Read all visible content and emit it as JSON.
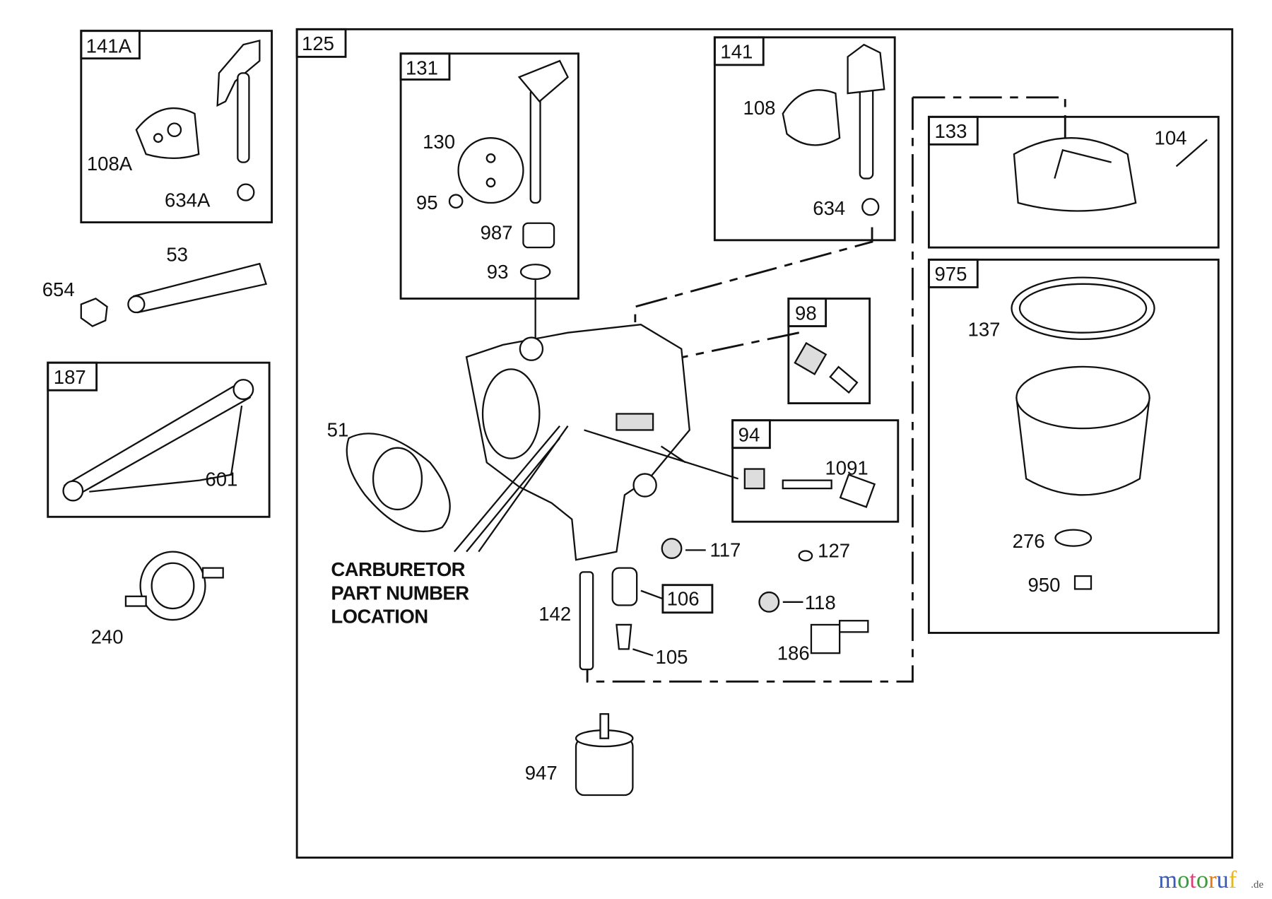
{
  "boxes": [
    {
      "id": "141A",
      "label": "141A"
    },
    {
      "id": "125",
      "label": "125"
    },
    {
      "id": "131",
      "label": "131"
    },
    {
      "id": "141",
      "label": "141"
    },
    {
      "id": "133",
      "label": "133"
    },
    {
      "id": "975",
      "label": "975"
    },
    {
      "id": "98",
      "label": "98"
    },
    {
      "id": "94",
      "label": "94"
    },
    {
      "id": "187",
      "label": "187"
    },
    {
      "id": "106",
      "label": "106"
    }
  ],
  "callouts": [
    "108A",
    "634A",
    "53",
    "654",
    "601",
    "240",
    "130",
    "95",
    "987",
    "93",
    "108",
    "634",
    "104",
    "137",
    "276",
    "950",
    "51",
    "1091",
    "117",
    "127",
    "118",
    "142",
    "105",
    "186",
    "947"
  ],
  "note": {
    "line1": "CARBURETOR",
    "line2": "PART NUMBER",
    "line3": "LOCATION"
  },
  "watermark": {
    "text": "motoruf",
    "suffix": ".de",
    "colors": [
      "#3b5bb5",
      "#3b9a3b",
      "#d9407a",
      "#3b9a3b",
      "#e07b1a",
      "#3b5bb5",
      "#e8b81a"
    ]
  }
}
